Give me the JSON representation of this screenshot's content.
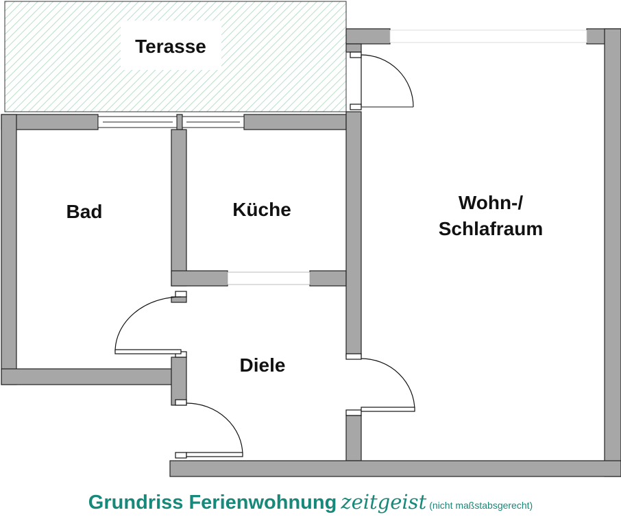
{
  "rooms": {
    "terrace": "Terasse",
    "bath": "Bad",
    "kitchen": "Küche",
    "living_line1": "Wohn-/",
    "living_line2": "Schlafraum",
    "hall": "Diele"
  },
  "caption": {
    "title": "Grundriss Ferienwohnung",
    "brand": "zeitgeist",
    "note": "(nicht maßstabsgerecht)"
  },
  "colors": {
    "wall_fill": "#a7a7a7",
    "wall_stroke": "#222222",
    "terrace_hatch": "#b9dfc8",
    "caption": "#16897a"
  }
}
